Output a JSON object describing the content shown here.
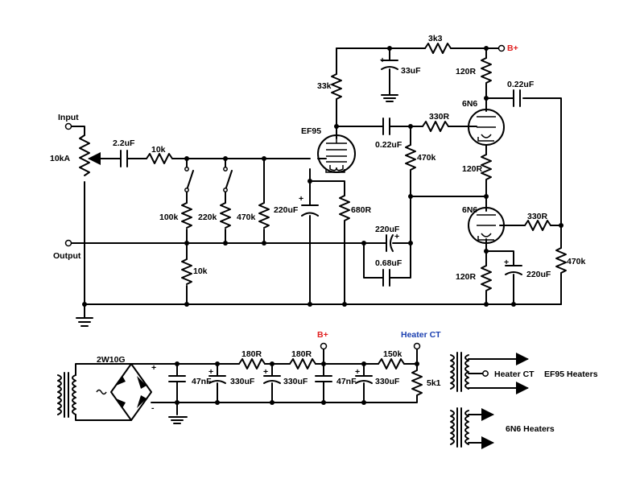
{
  "labels": {
    "input": "Input",
    "output": "Output",
    "pot": "10kA",
    "c_in": "2.2uF",
    "r_in": "10k",
    "r_100k": "100k",
    "r_220k": "220k",
    "r_470k_a": "470k",
    "r_10k_out": "10k",
    "r_33k": "33k",
    "r_3k3": "3k3",
    "c_33uF": "33uF",
    "bplus_top": "B+",
    "r_120R_a": "120R",
    "c_022_top": "0.22uF",
    "tube_ef95": "EF95",
    "c_022_mid": "0.22uF",
    "r_330R_a": "330R",
    "tube_6n6_a": "6N6",
    "r_470k_b": "470k",
    "r_120R_b": "120R",
    "c_220_cath": "220uF",
    "r_680R": "680R",
    "tube_6n6_b": "6N6",
    "r_330R_b": "330R",
    "c_220_out": "220uF",
    "c_068": "0.68uF",
    "r_470k_c": "470k",
    "r_120R_c": "120R",
    "c_220_b": "220uF",
    "rect": "2W10G",
    "plus": "+",
    "minus": "-",
    "c_47n_a": "47nF",
    "c_330_a": "330uF",
    "r_180R_a": "180R",
    "c_330_b": "330uF",
    "r_180R_b": "180R",
    "bplus_psu": "B+",
    "c_47n_b": "47nF",
    "c_330_c": "330uF",
    "r_150k": "150k",
    "heater_ct_top": "Heater CT",
    "r_5k1": "5k1",
    "heater_ct": "Heater CT",
    "ef95_heaters": "EF95 Heaters",
    "n6_heaters": "6N6 Heaters"
  },
  "colors": {
    "wire": "#000000",
    "bplus": "#e02020",
    "heater_ct": "#1a3fb0"
  }
}
